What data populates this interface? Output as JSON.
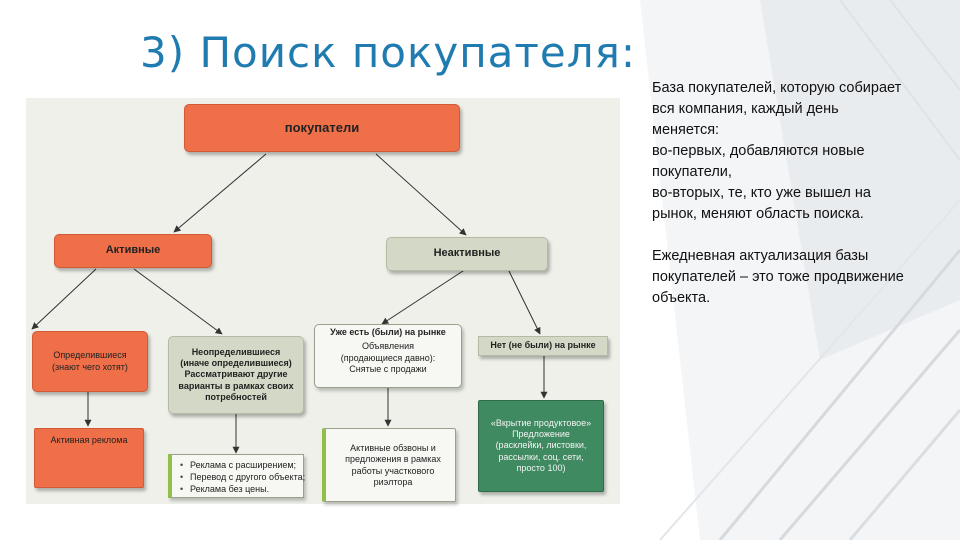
{
  "slide": {
    "title": "3) Поиск покупателя:"
  },
  "diagram": {
    "root": "покупатели",
    "active": "Активные",
    "inactive": "Неактивные",
    "defined": "Определившиеся\n(знают чего хотят)",
    "undefined": "Неопределившиеся\n(иначе определившиеся)\nРассматривают другие\nварианты в рамках своих\nпотребностей",
    "already_on_market": "Уже есть (были) на рынке",
    "already_on_market_detail": "Объявления\n(продающиеся давно):\nСнятые с продажи",
    "not_on_market": "Нет (не были) на рынке",
    "active_ads": "Активная реклома",
    "undefined_actions": [
      "Реклама с расширением;",
      "Перевод с другого объекта;",
      "Реклама без цены."
    ],
    "market_actions": [
      "",
      "Активные обзвоны и предложения в рамках работы участкового риэлтора"
    ],
    "not_market_actions": "«Вкрытие продуктовое»\nПредложение\n(расклейки, листовки,\nрассылки, соц. сети,\nпросто 100)"
  },
  "sidebar": {
    "paragraph_1": "База покупателей, которую собирает\nвся компания, каждый день\nменяется:\nво-первых, добавляются новые\nпокупатели,\nво-вторых, те, кто уже вышел на\nрынок, меняют область поиска.",
    "paragraph_2": "Ежедневная актуализация базы\nпокупателей – это тоже продвижение\nобъекта."
  },
  "colors": {
    "title": "#1f7bb0",
    "orange_box": "#ef6f48",
    "gray_box": "#d3d9c6",
    "green_box": "#3f8a60"
  }
}
